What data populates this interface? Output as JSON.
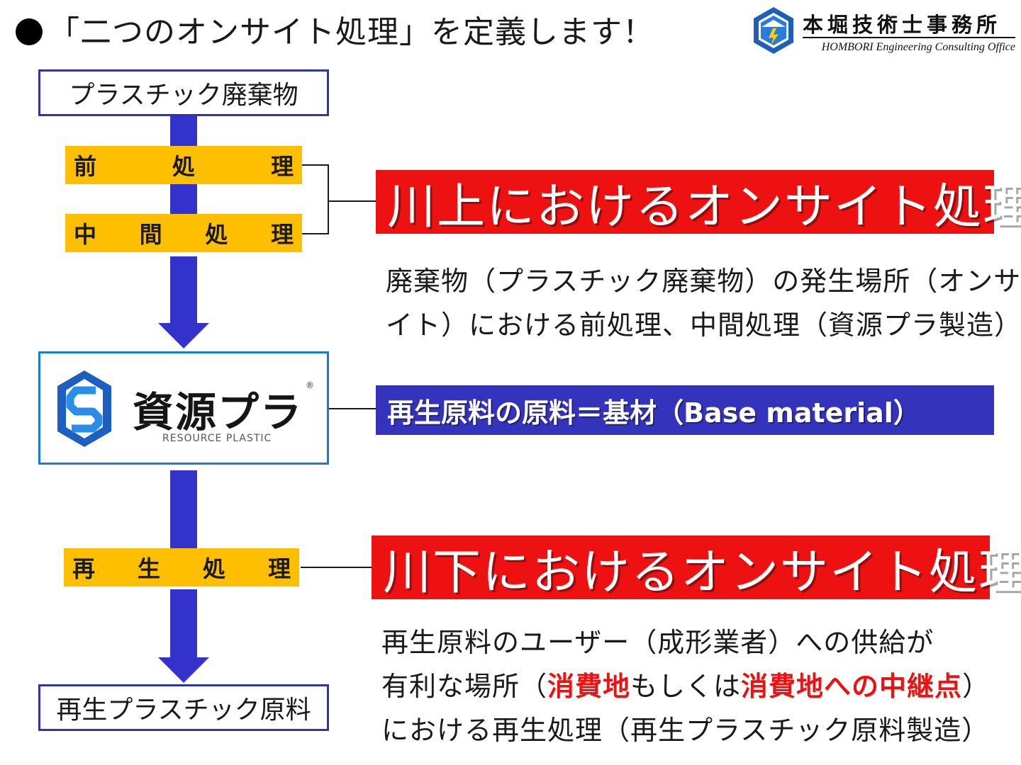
{
  "title": "「二つのオンサイト処理」を定義します！",
  "logo": {
    "jp": "本堀技術士事務所",
    "en": "HOMBORI Engineering Consulting Office"
  },
  "flow": {
    "start": "プラスチック廃棄物",
    "pre_treatment": [
      "前",
      "処",
      "理"
    ],
    "intermediate_treatment": [
      "中",
      "間",
      "処",
      "理"
    ],
    "resource_plastic": {
      "title": "資源プラ",
      "subtitle": "RESOURCE PLASTIC",
      "mark": "®"
    },
    "recycling_treatment": [
      "再",
      "生",
      "処",
      "理"
    ],
    "end": "再生プラスチック原料"
  },
  "callouts": {
    "upstream": "川上におけるオンサイト処理",
    "upstream_desc": [
      "廃棄物（プラスチック廃棄物）の発生場所（オンサ",
      "イト）における前処理、中間処理（資源プラ製造）"
    ],
    "base_material": "再生原料の原料＝基材（Base material）",
    "downstream": "川下におけるオンサイト処理",
    "downstream_desc": {
      "line1": "再生原料のユーザー（成形業者）への供給が",
      "line2_a": "有利な場所（",
      "line2_b": "消費地",
      "line2_c": "もしくは",
      "line2_d": "消費地への中継点",
      "line2_e": "）",
      "line3": "における再生処理（再生プラスチック原料製造）"
    }
  },
  "colors": {
    "flow_blue": "#3333cc",
    "step_yellow": "#fdbf00",
    "banner_red": "#ee1111",
    "banner_blue": "#3333bb",
    "highlight_red": "#ee1111"
  }
}
